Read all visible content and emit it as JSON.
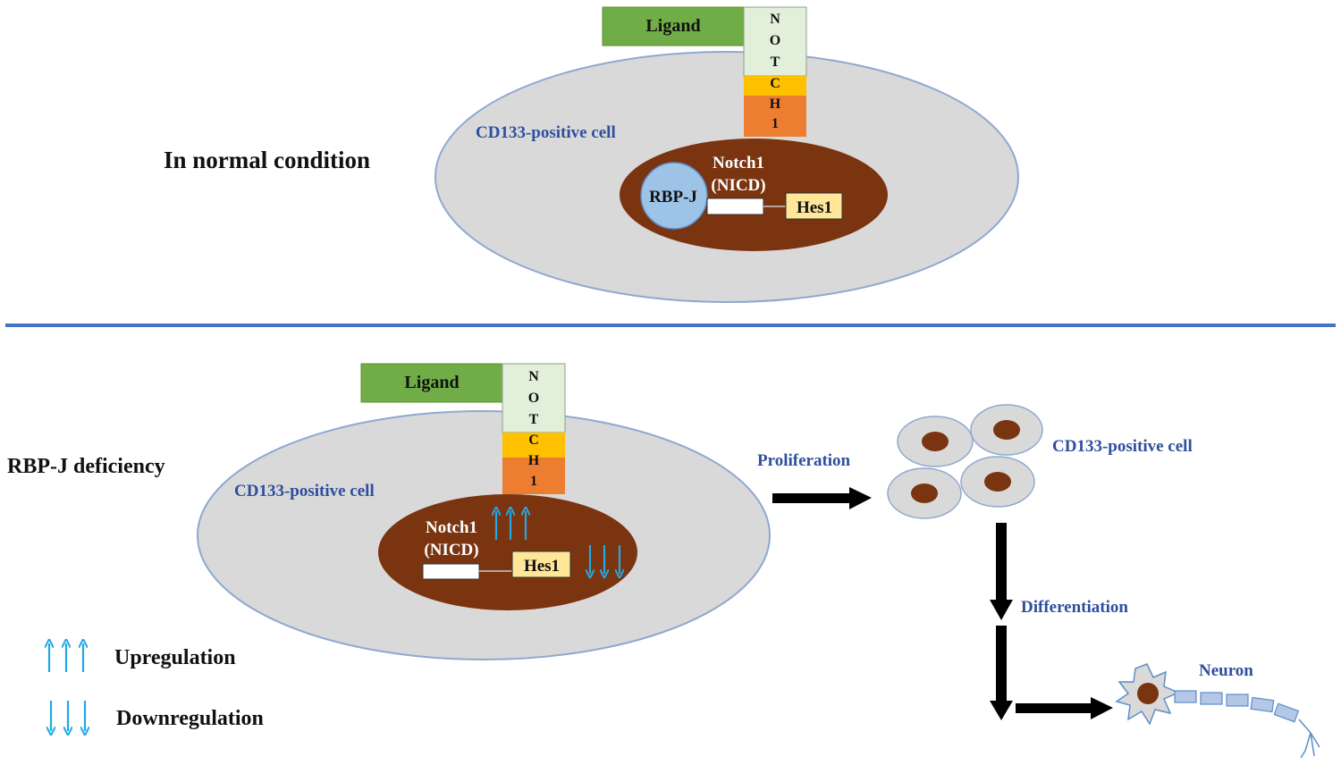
{
  "top_panel": {
    "condition_label": "In normal condition",
    "cell_label": "CD133-positive cell",
    "ligand_label": "Ligand",
    "notch_receptor_letters": [
      "N",
      "O",
      "T",
      "C",
      "H",
      "1"
    ],
    "rbpj_label": "RBP-J",
    "notch1_label": "Notch1",
    "nicd_label": "(NICD)",
    "hes1_label": "Hes1"
  },
  "bottom_panel": {
    "condition_label": "RBP-J deficiency",
    "cell_label": "CD133-positive cell",
    "ligand_label": "Ligand",
    "notch_receptor_letters": [
      "N",
      "O",
      "T",
      "C",
      "H",
      "1"
    ],
    "notch1_label": "Notch1",
    "nicd_label": "(NICD)",
    "hes1_label": "Hes1",
    "proliferation_label": "Proliferation",
    "cluster_label": "CD133-positive cell",
    "differentiation_label": "Differentiation",
    "neuron_label": "Neuron"
  },
  "legend": {
    "up_label": "Upregulation",
    "down_label": "Downregulation"
  },
  "colors": {
    "cell_fill": "#d9d9d9",
    "cell_stroke": "#8ea9cf",
    "nucleus_fill": "#7a3410",
    "ligand_fill": "#70ad47",
    "notch_top": "#e2efda",
    "notch_mid": "#ffc000",
    "notch_bottom": "#ed7d31",
    "rbpj_fill": "#9dc3e6",
    "hes1_fill": "#ffe699",
    "divider": "#4472c4",
    "arrow_blue": "#1fa9e6",
    "label_blue": "#2f4f9e"
  }
}
